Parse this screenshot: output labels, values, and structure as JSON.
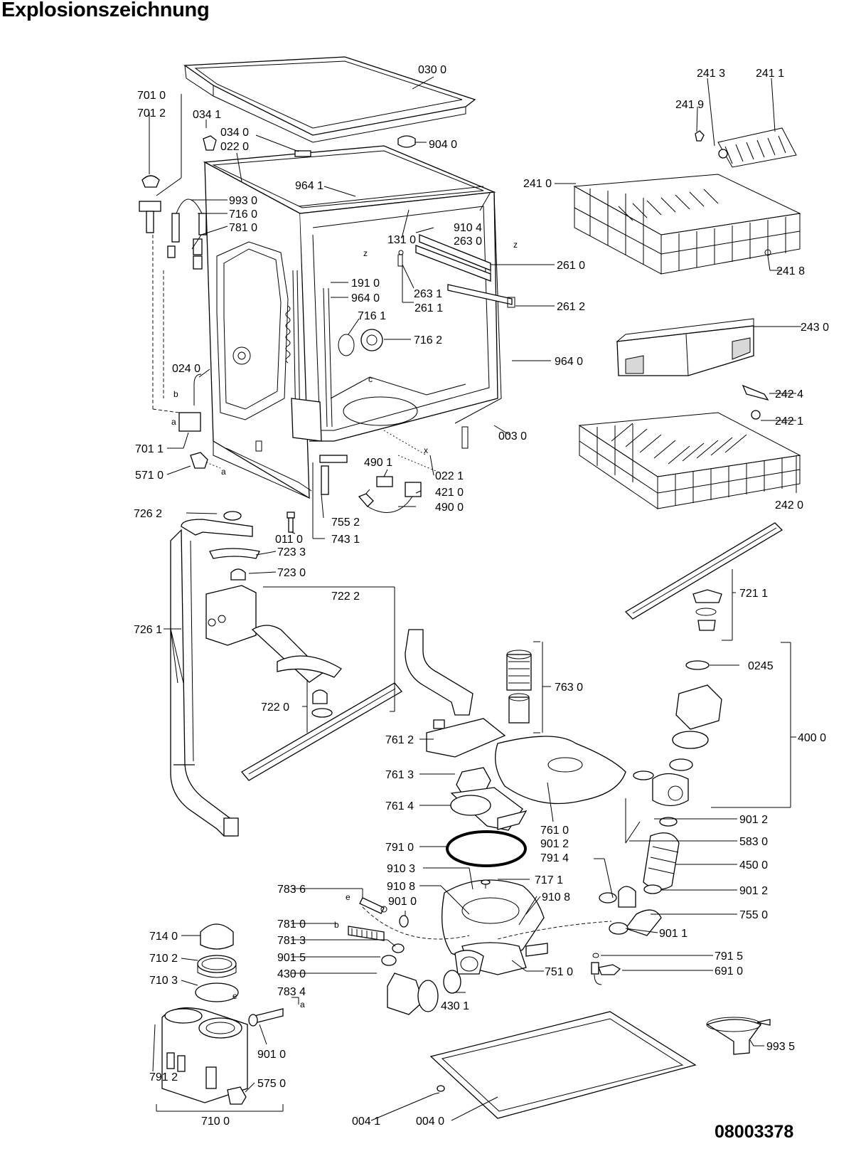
{
  "title": "Explosionszeichnung",
  "document_number": "08003378",
  "part_labels": [
    {
      "id": "p0300",
      "text": "030 0"
    },
    {
      "id": "p7010",
      "text": "701 0"
    },
    {
      "id": "p7012",
      "text": "701 2"
    },
    {
      "id": "p0341",
      "text": "034 1"
    },
    {
      "id": "p0340",
      "text": "034 0"
    },
    {
      "id": "p0220",
      "text": "022 0"
    },
    {
      "id": "p9040",
      "text": "904 0"
    },
    {
      "id": "p9641",
      "text": "964 1"
    },
    {
      "id": "p9930",
      "text": "993 0"
    },
    {
      "id": "p7160",
      "text": "716 0"
    },
    {
      "id": "p7810",
      "text": "781 0"
    },
    {
      "id": "p9104",
      "text": "910 4"
    },
    {
      "id": "p1310",
      "text": "131 0"
    },
    {
      "id": "p2630",
      "text": "263 0"
    },
    {
      "id": "p2610",
      "text": "261 0"
    },
    {
      "id": "p2631",
      "text": "263 1"
    },
    {
      "id": "p2611",
      "text": "261 1"
    },
    {
      "id": "p2612",
      "text": "261 2"
    },
    {
      "id": "p1910",
      "text": "191 0"
    },
    {
      "id": "p9640a",
      "text": "964 0"
    },
    {
      "id": "p7161",
      "text": "716 1"
    },
    {
      "id": "p7162",
      "text": "716 2"
    },
    {
      "id": "p9640b",
      "text": "964 0"
    },
    {
      "id": "p0240",
      "text": "024 0"
    },
    {
      "id": "p0030",
      "text": "003 0"
    },
    {
      "id": "p7011",
      "text": "701 1"
    },
    {
      "id": "p5710",
      "text": "571 0"
    },
    {
      "id": "p4901",
      "text": "490 1"
    },
    {
      "id": "p0221",
      "text": "022 1"
    },
    {
      "id": "p4210",
      "text": "421 0"
    },
    {
      "id": "p4900",
      "text": "490 0"
    },
    {
      "id": "p2413",
      "text": "241 3"
    },
    {
      "id": "p2411",
      "text": "241 1"
    },
    {
      "id": "p2419",
      "text": "241 9"
    },
    {
      "id": "p2410",
      "text": "241 0"
    },
    {
      "id": "p2418",
      "text": "241 8"
    },
    {
      "id": "p2430",
      "text": "243 0"
    },
    {
      "id": "p2424",
      "text": "242 4"
    },
    {
      "id": "p2421",
      "text": "242 1"
    },
    {
      "id": "p2420",
      "text": "242 0"
    },
    {
      "id": "p7262",
      "text": "726 2"
    },
    {
      "id": "p0110",
      "text": "011 0"
    },
    {
      "id": "p7552",
      "text": "755 2"
    },
    {
      "id": "p7431",
      "text": "743 1"
    },
    {
      "id": "p7233",
      "text": "723 3"
    },
    {
      "id": "p7230",
      "text": "723 0"
    },
    {
      "id": "p7222",
      "text": "722 2"
    },
    {
      "id": "p7261",
      "text": "726 1"
    },
    {
      "id": "p7220",
      "text": "722 0"
    },
    {
      "id": "p7211",
      "text": "721 1"
    },
    {
      "id": "p0245",
      "text": "0245"
    },
    {
      "id": "p7630",
      "text": "763 0"
    },
    {
      "id": "p4000",
      "text": "400 0"
    },
    {
      "id": "p7612",
      "text": "761 2"
    },
    {
      "id": "p7613",
      "text": "761 3"
    },
    {
      "id": "p7614",
      "text": "761 4"
    },
    {
      "id": "p7610",
      "text": "761 0"
    },
    {
      "id": "p9012a",
      "text": "901 2"
    },
    {
      "id": "p9012b",
      "text": "901 2"
    },
    {
      "id": "p5830",
      "text": "583 0"
    },
    {
      "id": "p7914",
      "text": "791 4"
    },
    {
      "id": "p4500",
      "text": "450 0"
    },
    {
      "id": "p9012c",
      "text": "901 2"
    },
    {
      "id": "p7910",
      "text": "791 0"
    },
    {
      "id": "p9103",
      "text": "910 3"
    },
    {
      "id": "p7171",
      "text": "717 1"
    },
    {
      "id": "p7836",
      "text": "783 6"
    },
    {
      "id": "p9108a",
      "text": "910 8"
    },
    {
      "id": "p9108b",
      "text": "910 8"
    },
    {
      "id": "p9010a",
      "text": "901 0"
    },
    {
      "id": "p7550",
      "text": "755 0"
    },
    {
      "id": "p7810b",
      "text": "781 0"
    },
    {
      "id": "p9011",
      "text": "901 1"
    },
    {
      "id": "p7140",
      "text": "714 0"
    },
    {
      "id": "p7813",
      "text": "781 3"
    },
    {
      "id": "p7915",
      "text": "791 5"
    },
    {
      "id": "p7102",
      "text": "710 2"
    },
    {
      "id": "p9015",
      "text": "901 5"
    },
    {
      "id": "p4300",
      "text": "430 0"
    },
    {
      "id": "p7510",
      "text": "751 0"
    },
    {
      "id": "p6910",
      "text": "691 0"
    },
    {
      "id": "p7103",
      "text": "710 3"
    },
    {
      "id": "p7834",
      "text": "783 4"
    },
    {
      "id": "p4301",
      "text": "430 1"
    },
    {
      "id": "p9935",
      "text": "993 5"
    },
    {
      "id": "p9010b",
      "text": "901 0"
    },
    {
      "id": "p7912",
      "text": "791 2"
    },
    {
      "id": "p5750",
      "text": "575 0"
    },
    {
      "id": "p7100",
      "text": "710 0"
    },
    {
      "id": "p0041",
      "text": "004 1"
    },
    {
      "id": "p0040",
      "text": "004 0"
    }
  ],
  "connection_letters": [
    {
      "id": "la",
      "text": "a"
    },
    {
      "id": "la2",
      "text": "a"
    },
    {
      "id": "la3",
      "text": "a"
    },
    {
      "id": "lb",
      "text": "b"
    },
    {
      "id": "lb2",
      "text": "b"
    },
    {
      "id": "lc",
      "text": "c"
    },
    {
      "id": "le",
      "text": "e"
    },
    {
      "id": "le2",
      "text": "e"
    },
    {
      "id": "lx",
      "text": "x"
    },
    {
      "id": "lz",
      "text": "z"
    },
    {
      "id": "lz2",
      "text": "z"
    }
  ]
}
